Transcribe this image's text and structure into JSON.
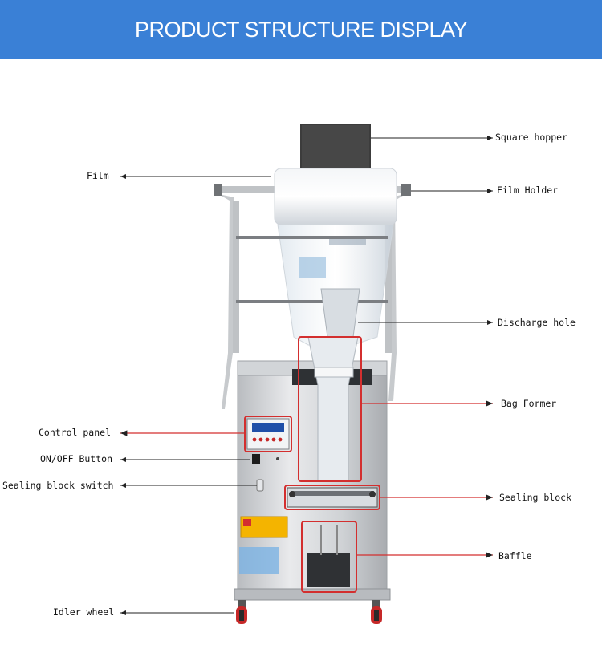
{
  "header": {
    "title": "PRODUCT STRUCTURE DISPLAY"
  },
  "colors": {
    "banner": "#3a80d6",
    "highlight": "#d32f2f",
    "leader": "#222222"
  },
  "labels": {
    "square_hopper": "Square hopper",
    "film": "Film",
    "film_holder": "Film Holder",
    "discharge_hole": "Discharge hole",
    "bag_former": "Bag Former",
    "control_panel": "Control panel",
    "on_off_button": "ON/OFF Button",
    "sealing_block_switch": "Sealing block switch",
    "sealing_block": "Sealing block",
    "baffle": "Baffle",
    "idler_wheel": "Idler wheel"
  }
}
